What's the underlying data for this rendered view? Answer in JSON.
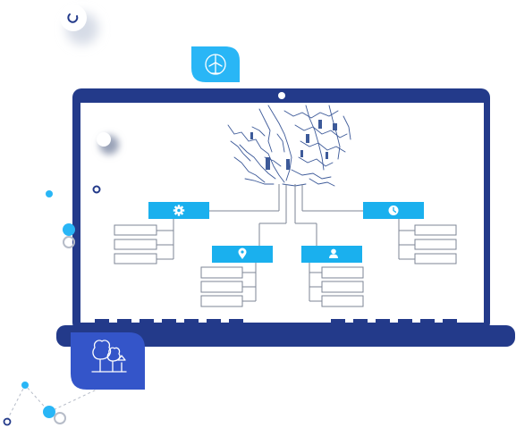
{
  "colors": {
    "laptop_frame": "#233a8a",
    "cyan": "#1ab0ee",
    "cyan_light": "#29b6f6",
    "royal_blue": "#3455c9",
    "screen_bg": "#ffffff",
    "line": "#7d8696",
    "dot_grey": "#b6bcc8",
    "dark_dot": "#233a8a",
    "map_lines": "#6b7fa8"
  },
  "icons": {
    "turbine_badge": "wind-turbine-icon",
    "trees_badge": "trees-icon",
    "node_settings": "gear-icon",
    "node_location": "location-pin-icon",
    "node_person": "user-icon",
    "node_time": "clock-icon",
    "spinner": "loading-arc-icon"
  },
  "diagram": {
    "nodes": [
      {
        "id": "settings",
        "icon": "gear-icon",
        "field_count": 3
      },
      {
        "id": "location",
        "icon": "location-pin-icon",
        "field_count": 3
      },
      {
        "id": "person",
        "icon": "user-icon",
        "field_count": 3
      },
      {
        "id": "time",
        "icon": "clock-icon",
        "field_count": 3
      }
    ]
  }
}
